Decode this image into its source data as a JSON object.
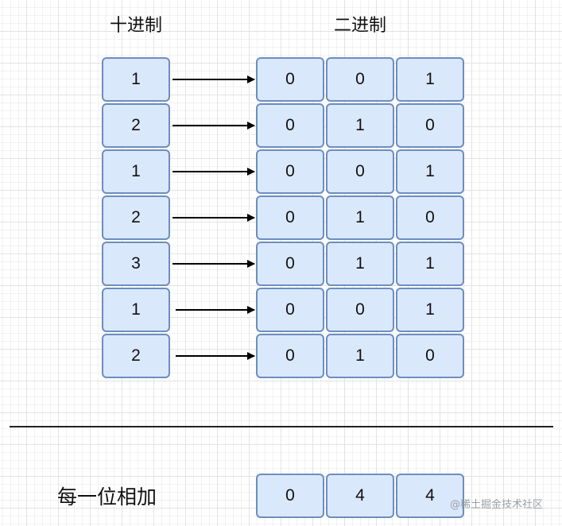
{
  "headers": {
    "decimal": "十进制",
    "binary": "二进制"
  },
  "rows": [
    {
      "decimal": "1",
      "bits": [
        "0",
        "0",
        "1"
      ]
    },
    {
      "decimal": "2",
      "bits": [
        "0",
        "1",
        "0"
      ]
    },
    {
      "decimal": "1",
      "bits": [
        "0",
        "0",
        "1"
      ]
    },
    {
      "decimal": "2",
      "bits": [
        "0",
        "1",
        "0"
      ]
    },
    {
      "decimal": "3",
      "bits": [
        "0",
        "1",
        "1"
      ]
    },
    {
      "decimal": "1",
      "bits": [
        "0",
        "0",
        "1"
      ]
    },
    {
      "decimal": "2",
      "bits": [
        "0",
        "1",
        "0"
      ]
    }
  ],
  "sum": {
    "label": "每一位相加",
    "bits": [
      "0",
      "4",
      "4"
    ]
  },
  "watermark": "@稀土掘金技术社区",
  "colors": {
    "cell_fill": "#dae8fc",
    "cell_border": "#6c8ebf",
    "arrow": "#000000"
  }
}
